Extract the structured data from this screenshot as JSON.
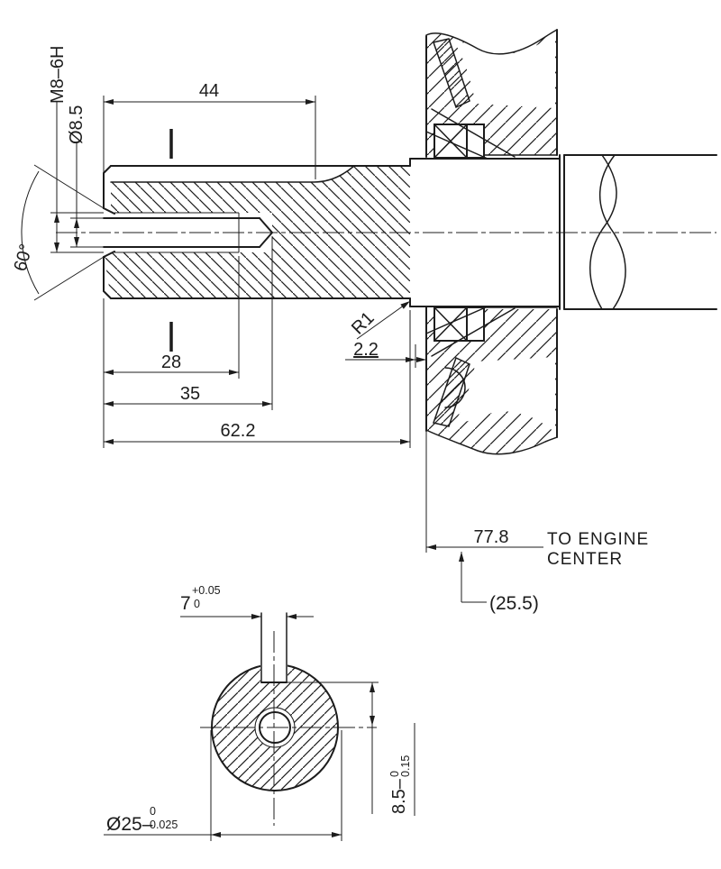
{
  "colors": {
    "line": "#1c1c1c",
    "background": "#ffffff"
  },
  "side_view": {
    "thread_spec": "M8–6H",
    "tap_drill_dia": "Ø8.5",
    "countersink_angle": "60°",
    "keyway_length": "44",
    "thread_depth": "28",
    "drill_depth": "35",
    "shaft_length": "62.2",
    "fillet_radius": "R1",
    "step_width": "2.2",
    "engine_center_distance": "77.8",
    "engine_center_label_1": "TO ENGINE",
    "engine_center_label_2": "CENTER",
    "reference_dim": "(25.5)"
  },
  "section_view": {
    "keyway_width": "7",
    "keyway_width_tol_upper": "+0.05",
    "keyway_width_tol_lower": "0",
    "keyway_depth": "8.5–",
    "keyway_depth_tol_upper": "0",
    "keyway_depth_tol_lower": "0.15",
    "shaft_dia": "Ø25–",
    "shaft_dia_tol_upper": "0",
    "shaft_dia_tol_lower": "0.025"
  }
}
